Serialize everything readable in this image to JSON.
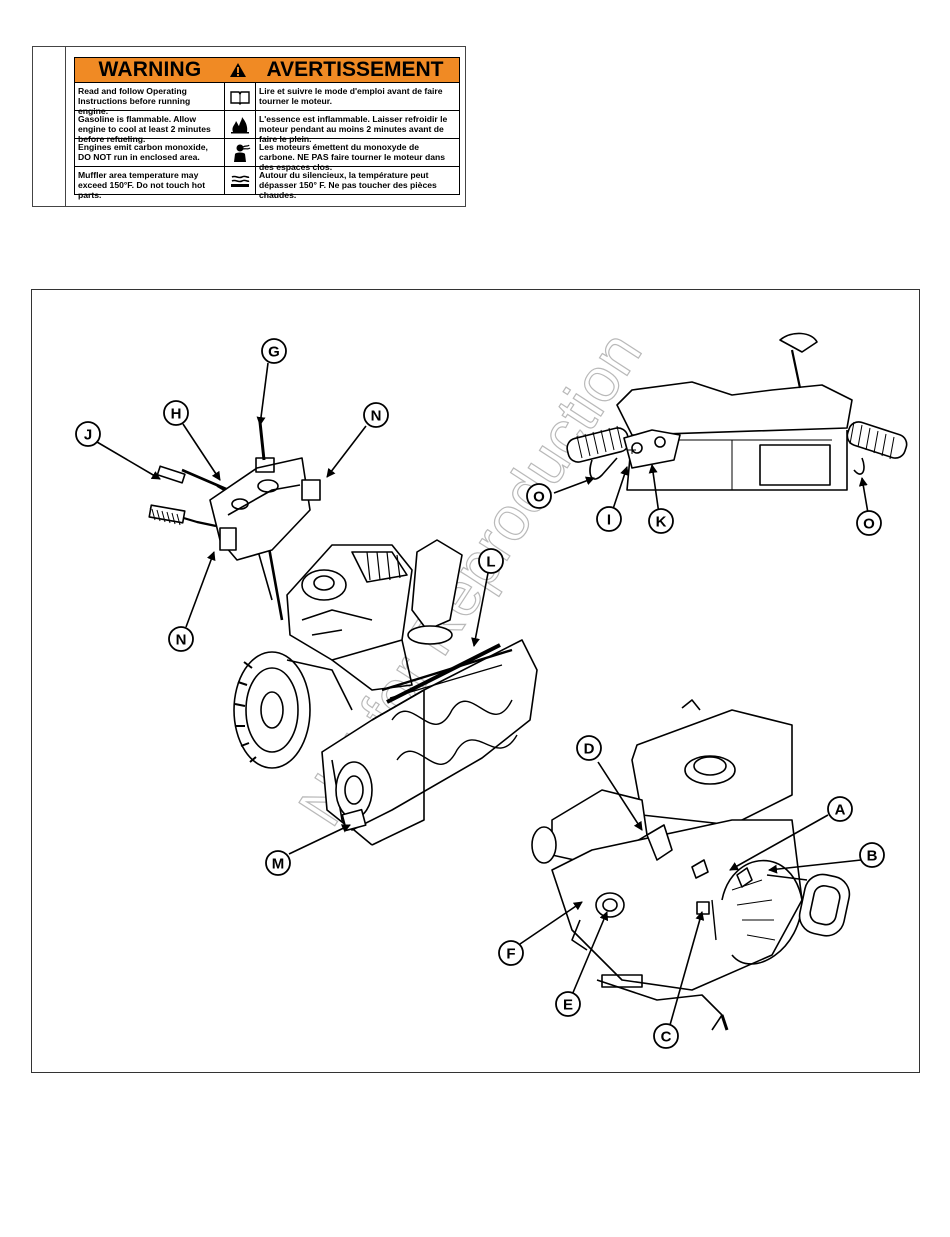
{
  "decal": {
    "title_en": "WARNING",
    "title_fr": "AVERTISSEMENT",
    "rows": [
      {
        "en": "Read and follow Operating Instructions before running engine.",
        "icon": "manual-icon",
        "fr": "Lire et suivre le mode d'emploi avant de faire tourner le moteur."
      },
      {
        "en": "Gasoline is flammable. Allow engine to cool at least 2 minutes before refueling.",
        "icon": "flame-icon",
        "fr": "L'essence est inflammable. Laisser refroidir le moteur pendant au moins 2 minutes avant de faire le plein."
      },
      {
        "en": "Engines emit carbon monoxide, DO NOT run in enclosed area.",
        "icon": "carbon-monoxide-icon",
        "fr": "Les moteurs émettent du monoxyde de carbone. NE PAS faire tourner le moteur dans des espaces clos."
      },
      {
        "en": "Muffler area temperature may exceed 150°F. Do not touch hot parts.",
        "icon": "hot-surface-icon",
        "fr": "Autour du silencieux, la température peut dépasser 150° F. Ne pas toucher des pièces chaudes."
      }
    ],
    "colors": {
      "header": "#f08a24"
    }
  },
  "figure": {
    "watermark": "Not for Reproduction",
    "callouts": {
      "G": "G",
      "H": "H",
      "N_top": "N",
      "J": "J",
      "N_left": "N",
      "L": "L",
      "M": "M",
      "O_left": "O",
      "I": "I",
      "K": "K",
      "O_right": "O",
      "D": "D",
      "A": "A",
      "B": "B",
      "F": "F",
      "E": "E",
      "C": "C"
    }
  }
}
